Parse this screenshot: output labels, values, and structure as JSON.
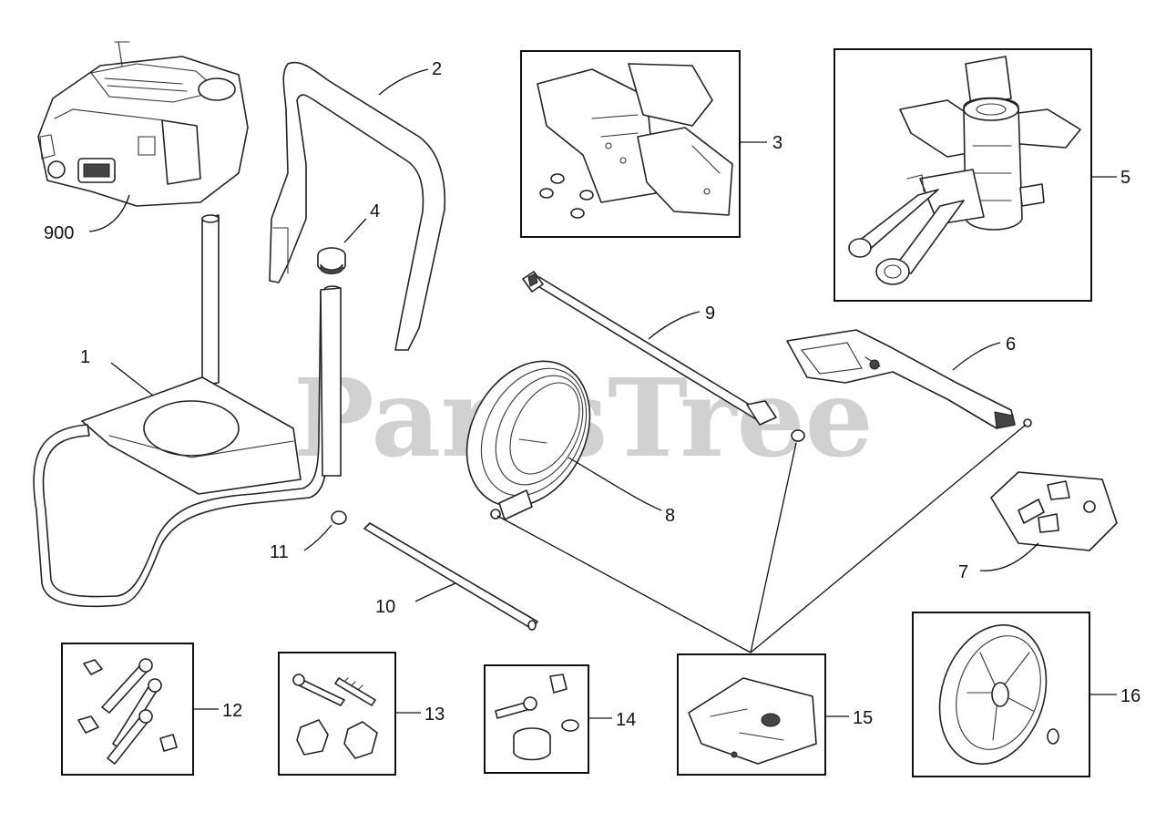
{
  "watermark": {
    "text": "PartsTree",
    "trademark": "™"
  },
  "callouts": {
    "c900": "900",
    "c1": "1",
    "c2": "2",
    "c3": "3",
    "c4": "4",
    "c5": "5",
    "c6": "6",
    "c7": "7",
    "c8": "8",
    "c9": "9",
    "c10": "10",
    "c11": "11",
    "c12": "12",
    "c13": "13",
    "c14": "14",
    "c15": "15",
    "c16": "16"
  },
  "colors": {
    "line": "#222222",
    "watermark": "#c9c9c9",
    "background": "#ffffff"
  }
}
